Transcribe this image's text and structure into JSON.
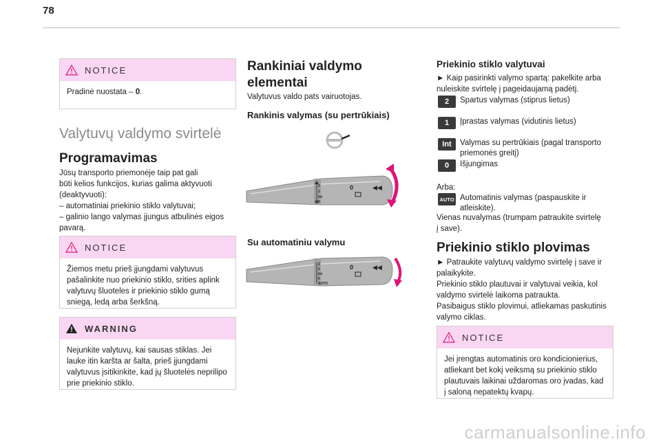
{
  "page_number": "78",
  "left": {
    "notice1": {
      "label": "NOTICE",
      "text_prefix": "Pradinė nuostata – ",
      "text_bold": "0",
      "text_suffix": "."
    },
    "section_title": "Valytuvų valdymo svirtelė",
    "programming_title": "Programavimas",
    "programming_lines": [
      "Jūsų transporto priemonėje taip pat gali",
      "būti kelios funkcijos, kurias galima aktyvuoti",
      "(deaktyvuoti):",
      "–  automatiniai priekinio stiklo valytuvai;",
      "–  galinio lango valymas įjungus atbulinės eigos",
      "pavarą."
    ],
    "notice2": {
      "label": "NOTICE",
      "lines": [
        "Žiemos metu prieš įjungdami valytuvus",
        "pašalinkite nuo priekinio stiklo, srities aplink",
        "valytuvų šluoteles ir priekinio stiklo gumą",
        "sniegą, ledą arba šerkšną."
      ]
    },
    "warning": {
      "label": "WARNING",
      "lines": [
        "Nejunkite valytuvų, kai sausas stiklas. Jei",
        "lauke itin karšta ar šalta, prieš įjungdami",
        "valytuvus įsitikinkite, kad jų šluotelės neprilipo",
        "prie priekinio stiklo."
      ]
    }
  },
  "middle": {
    "title_line1": "Rankiniai valdymo",
    "title_line2": "elementai",
    "subtitle": "Valytuvus valdo pats vairuotojas.",
    "manual_title": "Rankinis valymas (su pertrūkiais)",
    "auto_title": "Su automatiniu valymu",
    "stalk_labels": [
      "2",
      "1",
      "Int",
      "0"
    ],
    "stalk_labels_auto": [
      "2",
      "1",
      "Int",
      "0",
      "AUTO"
    ]
  },
  "right": {
    "wipers_title": "Priekinio stiklo valytuvai",
    "wipers_intro": [
      "►  Kaip pasirinkti valymo spartą: pakelkite arba",
      "nuleiskite svirtelę į pageidaujamą padėtį."
    ],
    "speeds": [
      {
        "badge": "2",
        "lines": [
          "Spartus valymas (stiprus lietus)"
        ]
      },
      {
        "badge": "1",
        "lines": [
          "Įprastas valymas (vidutinis lietus)"
        ]
      },
      {
        "badge": "Int",
        "lines": [
          "Valymas su pertrūkiais (pagal transporto",
          "priemonės greitį)"
        ]
      },
      {
        "badge": "0",
        "lines": [
          "Išjungimas"
        ]
      }
    ],
    "or_label": "Arba:",
    "auto_badge": "AUTO",
    "auto_lines": [
      "Automatinis valymas (paspauskite ir",
      "atleiskite)."
    ],
    "single_lines": [
      "Vienas nuvalymas (trumpam patraukite svirtelę",
      "į save)."
    ],
    "washer_title": "Priekinio stiklo plovimas",
    "washer_lines": [
      "►  Patraukite valytuvų valdymo svirtelę į save ir",
      "palaikykite.",
      "Priekinio stiklo plautuvai ir valytuvai veikia, kol",
      "valdymo svirtelė laikoma patraukta.",
      "Pasibaigus stiklo plovimui, atliekamas paskutinis",
      "valymo ciklas."
    ],
    "notice3": {
      "label": "NOTICE",
      "lines": [
        "Jei įrengtas automatinis oro kondicionierius,",
        "atliekant bet kokį veiksmą su priekinio stiklo",
        "plautuvais laikinai uždaromas oro įvadas, kad",
        "į saloną nepatektų kvapų."
      ]
    }
  },
  "watermark": "carmanualsonline.info",
  "colors": {
    "notice_header": "#f9d6f2",
    "accent_red": "#e0137a",
    "badge": "#3a3a3a"
  }
}
